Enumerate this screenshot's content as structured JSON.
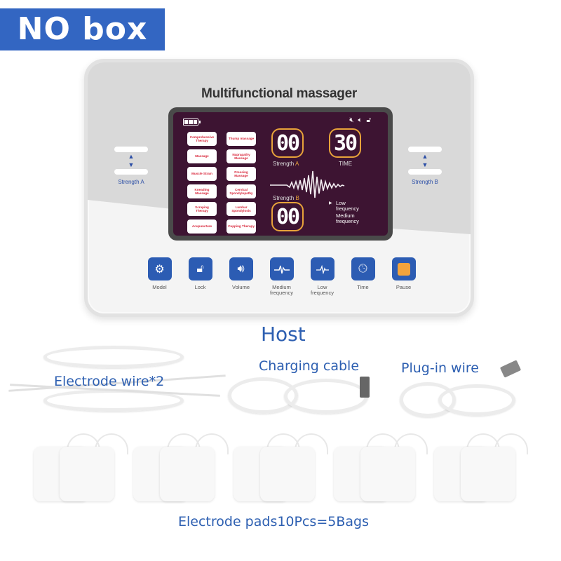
{
  "banner": {
    "label": "NO box",
    "color": "#3366c2"
  },
  "device": {
    "title": "Multifunctional massager",
    "screen": {
      "battery_icon": "battery-full-icon",
      "status_icons": [
        "mute-icon",
        "speaker-icon",
        "unlock-icon"
      ],
      "modes": [
        "Comprehensive Therapy",
        "Thump massage",
        "Massage",
        "Naprapathy Massage",
        "Muscle Strain",
        "Pressing Massage",
        "Kneading Massage",
        "Cervical Spondylopathy",
        "Scraping Therapy",
        "Lumbar Spondylosis",
        "Acupuncture",
        "Cupping Therapy"
      ],
      "strength_a": {
        "value": "00",
        "label": "Strength",
        "suffix": "A"
      },
      "time": {
        "value": "30",
        "label": "TIME"
      },
      "strength_b": {
        "value": "00",
        "label": "Strength",
        "suffix": "B"
      },
      "frequency": {
        "selected_marker": "▶",
        "low": "Low frequency",
        "medium": "Medium frequency"
      },
      "accent_color": "#e8a33a",
      "background_color": "#3d1432"
    },
    "left_control": {
      "up": "▲",
      "down": "▼",
      "label": "Strength A"
    },
    "right_control": {
      "up": "▲",
      "down": "▼",
      "label": "Strength B"
    },
    "buttons": [
      {
        "label": "Model",
        "icon": "gear-icon"
      },
      {
        "label": "Lock",
        "icon": "lock-icon"
      },
      {
        "label": "Volume",
        "icon": "volume-icon"
      },
      {
        "label": "Medium frequency",
        "icon": "pulse-medium-icon"
      },
      {
        "label": "Low frequency",
        "icon": "pulse-low-icon"
      },
      {
        "label": "Time",
        "icon": "clock-icon"
      },
      {
        "label": "Pause",
        "icon": "pause-square-icon"
      }
    ],
    "button_color": "#2c5cb3"
  },
  "labels": {
    "host": "Host",
    "electrode_wire": "Electrode wire*2",
    "charging_cable": "Charging cable",
    "plug_in_wire": "Plug-in wire",
    "electrode_pads": "Electrode pads10Pcs=5Bags",
    "color": "#2d5fb1"
  }
}
